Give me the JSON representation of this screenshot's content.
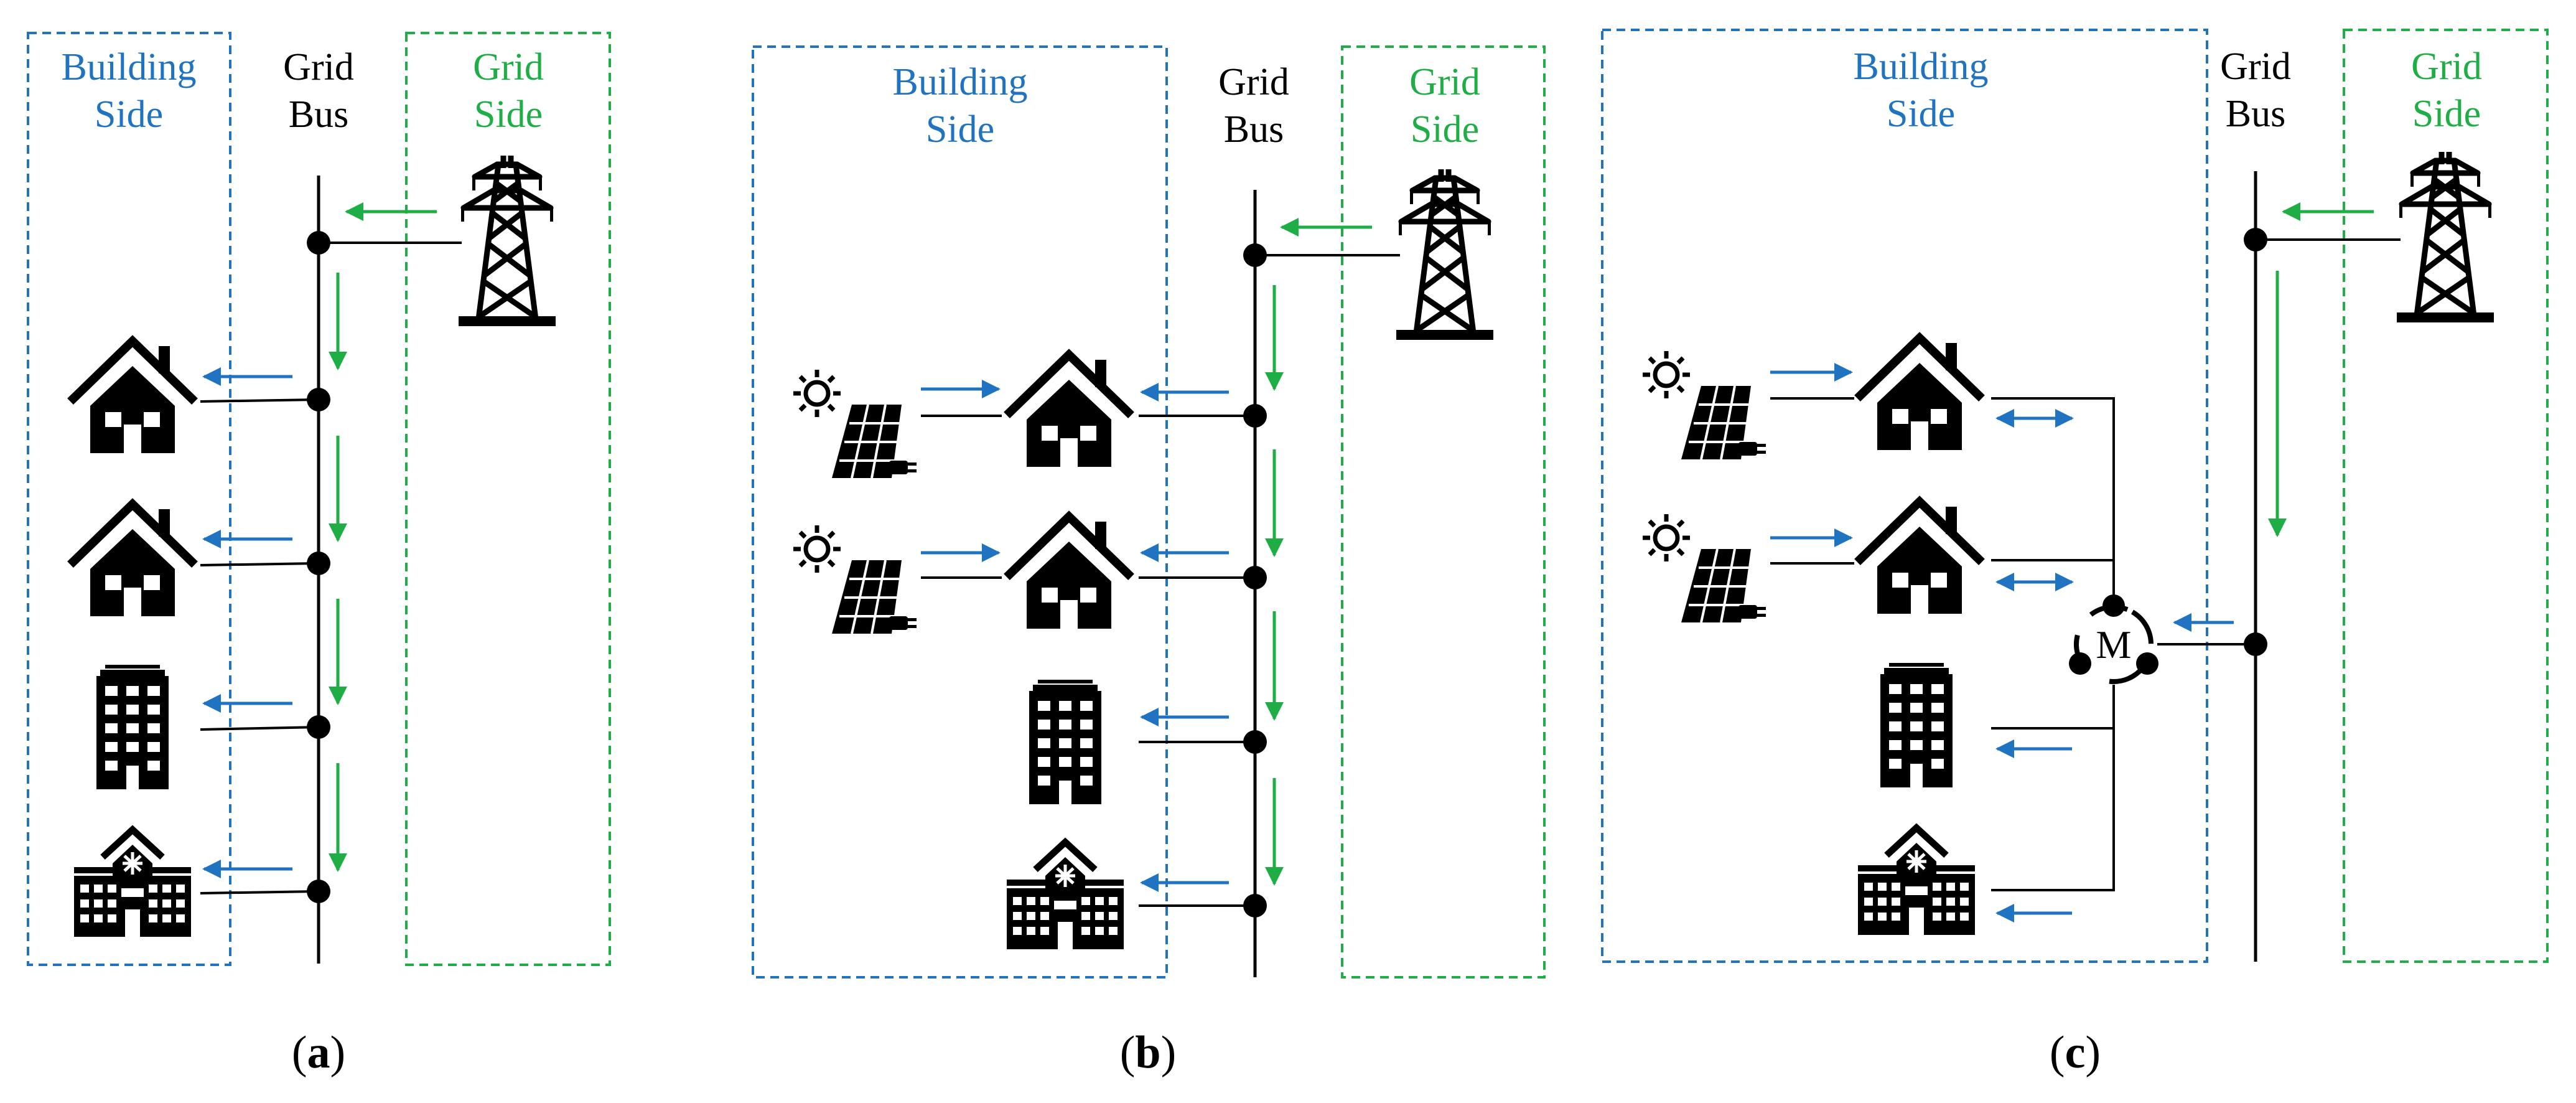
{
  "colors": {
    "building": "#1f73c0",
    "grid": "#1fae45",
    "ink": "#000000"
  },
  "panels": [
    {
      "building_side": [
        "Building",
        "Side"
      ],
      "grid_bus": [
        "Grid",
        "Bus"
      ],
      "grid_side": [
        "Grid",
        "Side"
      ],
      "caption_open": "(",
      "caption_letter": "a",
      "caption_close": ")"
    },
    {
      "building_side": [
        "Building",
        "Side"
      ],
      "grid_bus": [
        "Grid",
        "Bus"
      ],
      "grid_side": [
        "Grid",
        "Side"
      ],
      "caption_open": "(",
      "caption_letter": "b",
      "caption_close": ")"
    },
    {
      "building_side": [
        "Building",
        "Side"
      ],
      "grid_bus": [
        "Grid",
        "Bus"
      ],
      "grid_side": [
        "Grid",
        "Side"
      ],
      "caption_open": "(",
      "caption_letter": "c",
      "caption_close": ")",
      "controller_label": "M"
    }
  ],
  "icons": [
    "transmission-tower-icon",
    "house-icon",
    "office-building-icon",
    "hospital-icon",
    "solar-panel-icon",
    "sun-icon",
    "microgrid-controller-icon"
  ]
}
